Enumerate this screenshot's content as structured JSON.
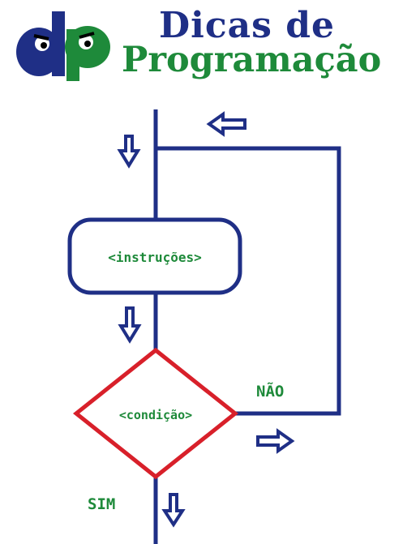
{
  "logo": {
    "mark_text": "dp",
    "title_line1": "Dicas de",
    "title_line2": "Programação"
  },
  "flowchart": {
    "process_label": "<instruções>",
    "decision_label": "<condição>",
    "no_label": "NÃO",
    "yes_label": "SIM"
  },
  "colors": {
    "line": "#1f2f86",
    "label": "#1e8a3a",
    "decision_border": "#d8202a"
  }
}
